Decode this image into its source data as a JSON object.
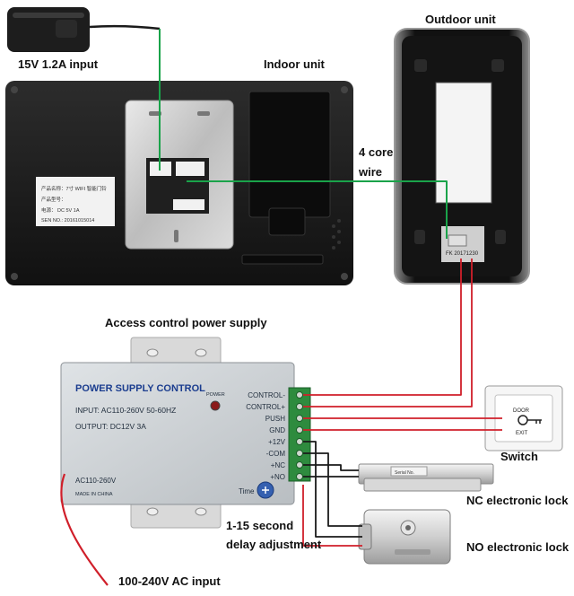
{
  "labels": {
    "input_15v": "15V 1.2A input",
    "indoor_unit": "Indoor unit",
    "outdoor_unit": "Outdoor unit",
    "four_core": "4 core",
    "wire": "wire",
    "access_supply": "Access control power supply",
    "switch": "Switch",
    "nc_lock": "NC electronic lock",
    "no_lock": "NO electronic lock",
    "delay_line1": "1-15 second",
    "delay_line2": "delay adjustment",
    "ac_input": "100-240V AC input"
  },
  "indoor_sticker": {
    "line1": "产品名称：7寸 WIFI 智能门铃",
    "line2": "产品型号：",
    "line3": "电源：  DC 5V   1A",
    "line4": "SEN NO.: 20161015014"
  },
  "outdoor_sticker": {
    "line1": "FK 20171230"
  },
  "power_supply": {
    "title": "POWER SUPPLY CONTROL",
    "input": "INPUT: AC110-260V 50-60HZ",
    "output": "OUTPUT: DC12V  3A",
    "power_led": "POWER",
    "ac_label": "AC110-260V",
    "made_in": "MADE IN CHINA",
    "time_label": "Time",
    "terminals": [
      "CONTROL-",
      "CONTROL+",
      "PUSH",
      "GND",
      "+12V",
      "-COM",
      "+NC",
      "+NO"
    ]
  },
  "exit_switch": {
    "door": "DOOR",
    "exit": "EXIT"
  },
  "maglock": {
    "brand": "Serial No."
  },
  "colors": {
    "wire_green": "#1aa34a",
    "wire_red": "#d01f2a",
    "wire_black": "#1a1a1a",
    "terminal_green": "#2e8b3e"
  }
}
